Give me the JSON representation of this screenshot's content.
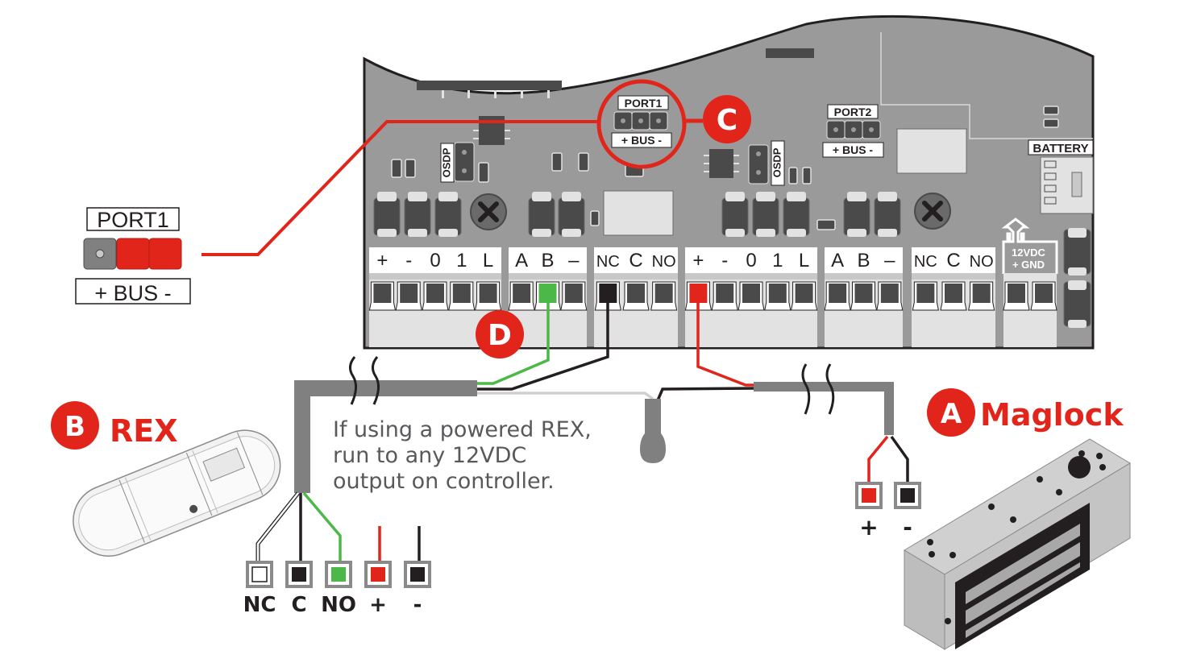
{
  "colors": {
    "accent_red": "#e1251b",
    "board_gray": "#9a9a9a",
    "board_dark": "#4a4a4a",
    "terminal_light": "#e2e2e2",
    "wire_green": "#4cb848",
    "wire_black": "#231f20",
    "wire_white": "#ffffff",
    "cable_gray": "#808080",
    "text_gray": "#58595b"
  },
  "callouts": {
    "a": {
      "letter": "A",
      "label": "Maglock"
    },
    "b": {
      "letter": "B",
      "label": "REX"
    },
    "c": {
      "letter": "C"
    },
    "d": {
      "letter": "D"
    }
  },
  "port1_inset": {
    "title": "PORT1",
    "bus_label": "+ BUS -"
  },
  "board": {
    "port1": {
      "title": "PORT1",
      "bus_label": "+ BUS -"
    },
    "port2": {
      "title": "PORT2",
      "bus_label": "+ BUS -"
    },
    "osdp_labels": [
      "OSDP",
      "OSDP"
    ],
    "battery_label": "BATTERY",
    "power_label_line1": "12VDC",
    "power_label_line2": "+  GND",
    "terminal_groups": [
      {
        "labels": [
          "+",
          "-",
          "0",
          "1",
          "L"
        ]
      },
      {
        "labels": [
          "A",
          "B",
          "–"
        ]
      },
      {
        "labels": [
          "NC",
          "C",
          "NO"
        ]
      },
      {
        "labels": [
          "+",
          "-",
          "0",
          "1",
          "L"
        ]
      },
      {
        "labels": [
          "A",
          "B",
          "–"
        ]
      },
      {
        "labels": [
          "NC",
          "C",
          "NO"
        ]
      }
    ]
  },
  "rex_terminals": [
    {
      "label": "NC",
      "wire": "white"
    },
    {
      "label": "C",
      "wire": "black"
    },
    {
      "label": "NO",
      "wire": "green"
    },
    {
      "label": "+",
      "wire": "red"
    },
    {
      "label": "-",
      "wire": "black"
    }
  ],
  "maglock_terminals": [
    {
      "label": "+",
      "wire": "red"
    },
    {
      "label": "-",
      "wire": "black"
    }
  ],
  "note": "If using a powered REX,\nrun to any 12VDC\noutput on controller."
}
